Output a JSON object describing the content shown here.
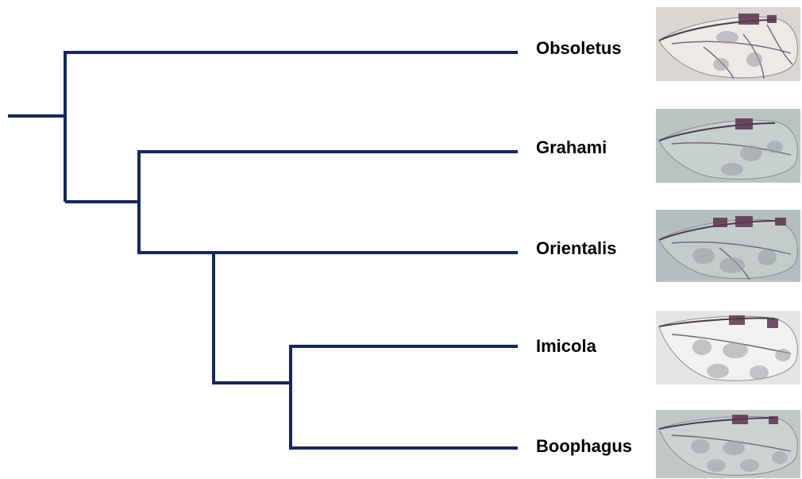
{
  "tree": {
    "root": {
      "children": [
        {
          "leaf": "Obsoletus"
        },
        {
          "children": [
            {
              "leaf": "Grahami"
            },
            {
              "children": [
                {
                  "leaf": "Orientalis"
                },
                {
                  "children": [
                    {
                      "leaf": "Imicola"
                    },
                    {
                      "leaf": "Boophagus"
                    }
                  ]
                }
              ]
            }
          ]
        }
      ]
    }
  },
  "leaves": [
    {
      "label": "Obsoletus",
      "wing_image": "wing-photo-obsoletus"
    },
    {
      "label": "Grahami",
      "wing_image": "wing-photo-grahami"
    },
    {
      "label": "Orientalis",
      "wing_image": "wing-photo-orientalis"
    },
    {
      "label": "Imicola",
      "wing_image": "wing-photo-imicola"
    },
    {
      "label": "Boophagus",
      "wing_image": "wing-photo-boophagus"
    }
  ],
  "colors": {
    "branch": "#14285c",
    "label": "#000000",
    "wing_backgrounds": [
      "#d9d6d4",
      "#b9c4c2",
      "#b5bfbf",
      "#e4e6e3",
      "#c0c7c6"
    ]
  }
}
